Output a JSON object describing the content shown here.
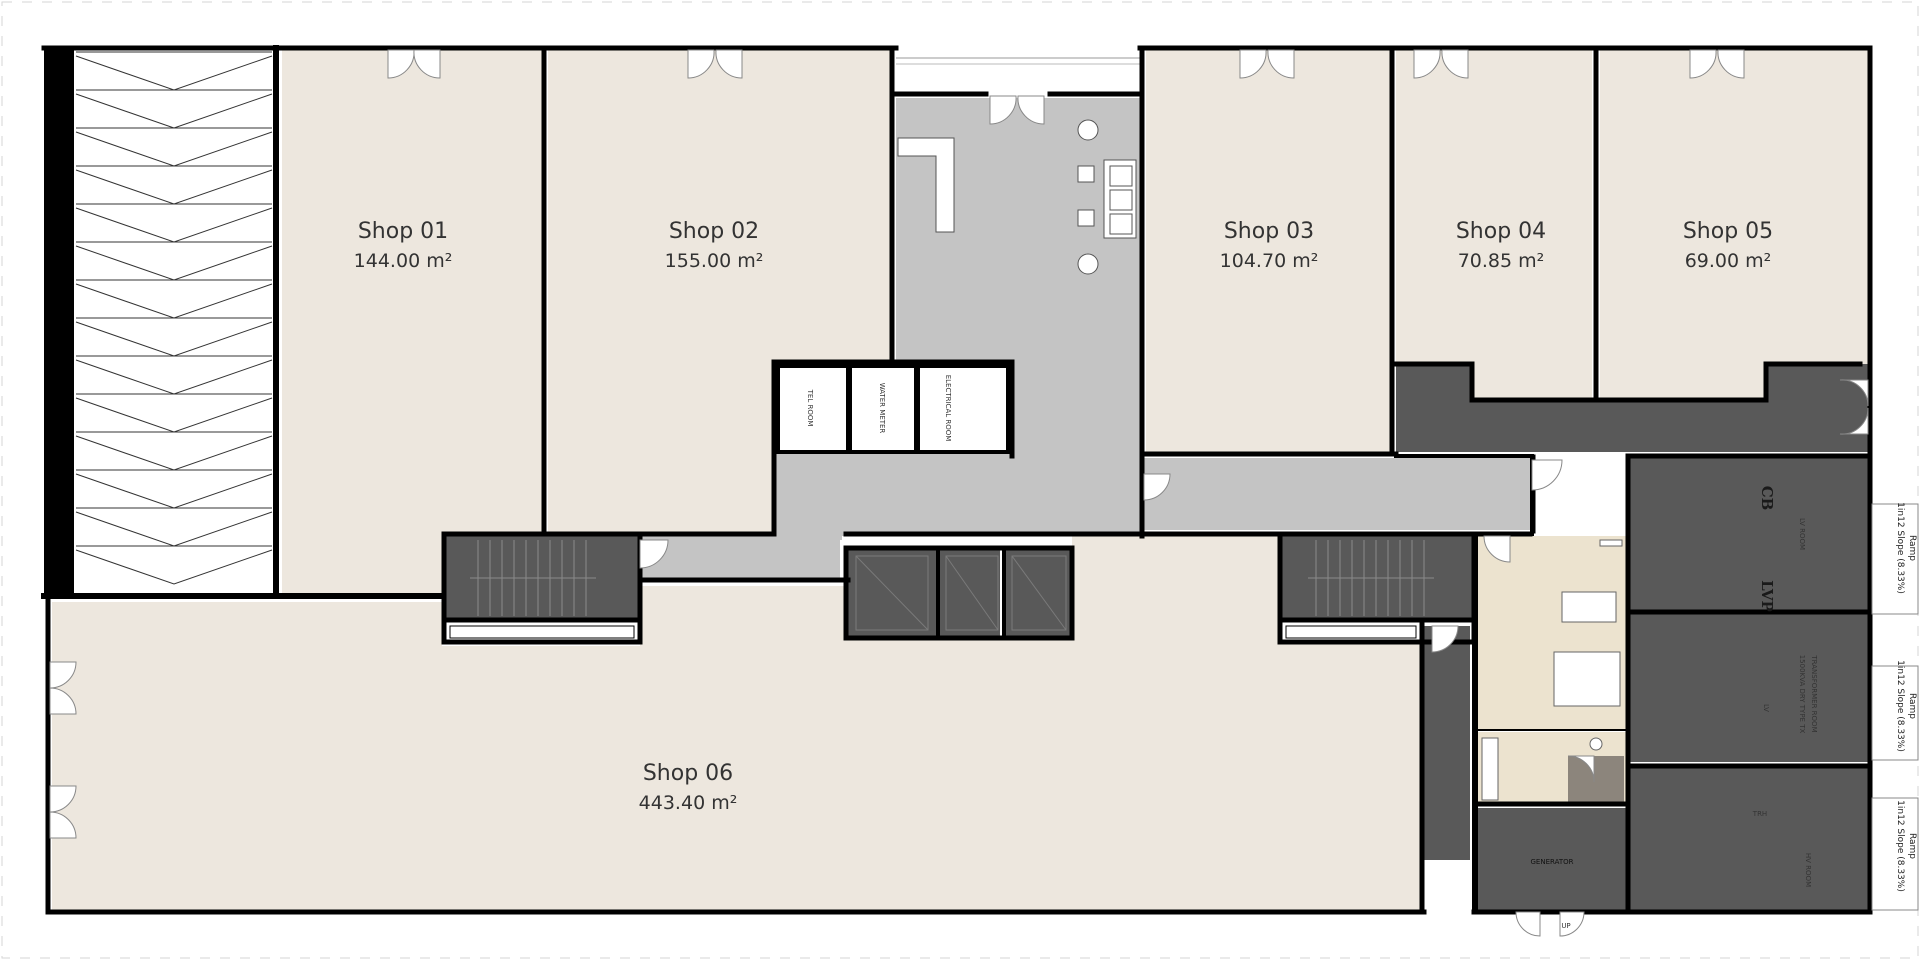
{
  "palette": {
    "shop_fill": "#ede7de",
    "corridor_fill": "#c4c4c4",
    "service_fill": "#595959",
    "apartment_fill": "#ece3cf",
    "wall": "#000000"
  },
  "shops": [
    {
      "name": "Shop 01",
      "area": "144.00 m²"
    },
    {
      "name": "Shop 02",
      "area": "155.00 m²"
    },
    {
      "name": "Shop 03",
      "area": "104.70 m²"
    },
    {
      "name": "Shop 04",
      "area": "70.85 m²"
    },
    {
      "name": "Shop 05",
      "area": "69.00 m²"
    },
    {
      "name": "Shop 06",
      "area": "443.40 m²"
    }
  ],
  "utility_rooms": {
    "tel_room": "TEL ROOM",
    "water_meter": "WATER METER",
    "electrical_room": "ELECTRICAL ROOM",
    "lv_room": "LV ROOM",
    "transformer_room": "TRANSFORMER ROOM",
    "transformer_sub": "1500KVA DRY TYPE TX",
    "hv_room": "HV ROOM",
    "generator": "GENERATOR",
    "cb": "CB",
    "lvp": "LVP",
    "lv": "LV",
    "trh": "TRH"
  },
  "ramps": [
    {
      "title": "Ramp",
      "slope": "1in12 Slope (8.33%)"
    },
    {
      "title": "Ramp",
      "slope": "1in12 Slope (8.33%)"
    },
    {
      "title": "Ramp",
      "slope": "1in12 Slope (8.33%)"
    }
  ],
  "entry_marker": "UP"
}
